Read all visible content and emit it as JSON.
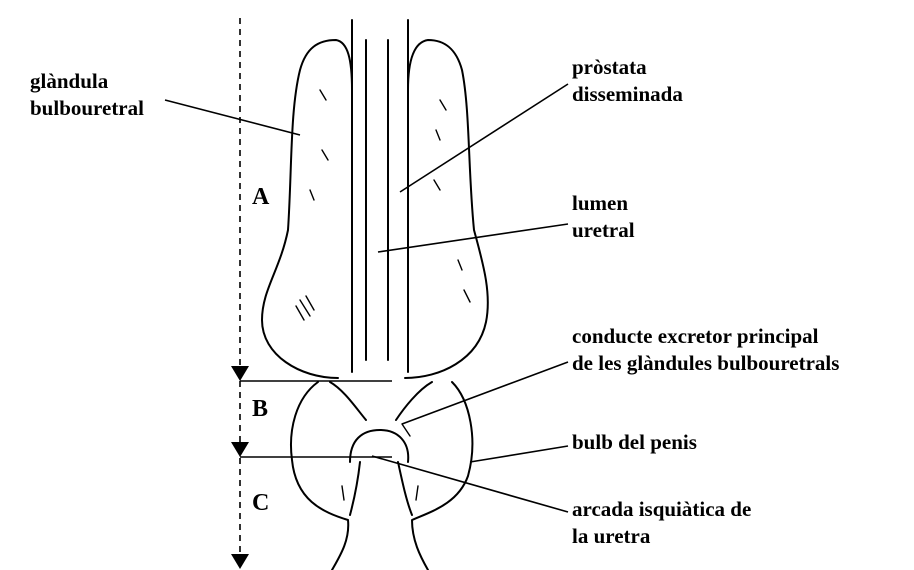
{
  "labels": {
    "bulbourethral_gland": [
      "glàndula",
      "bulbouretral"
    ],
    "disseminated_prostate": [
      "pròstata",
      "disseminada"
    ],
    "urethral_lumen": [
      "lumen",
      "uretral"
    ],
    "main_excretory_duct": [
      "conducte excretor principal",
      "de les glàndules bulbouretrals"
    ],
    "penile_bulb": [
      "bulb del penis"
    ],
    "ischiatic_arch": [
      "arcada isquiàtica de",
      "la uretra"
    ]
  },
  "segments": {
    "a": "A",
    "b": "B",
    "c": "C"
  },
  "colors": {
    "ink": "#000000",
    "background": "#ffffff"
  }
}
